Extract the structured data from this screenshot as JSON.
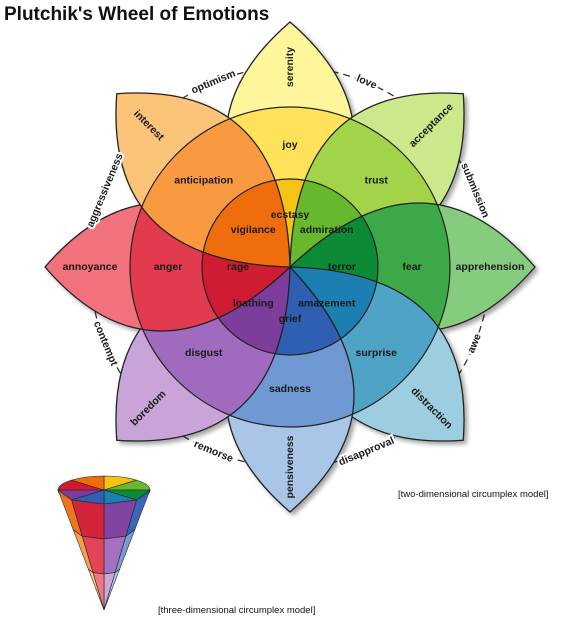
{
  "title": "Plutchik's Wheel of Emotions",
  "petals": [
    {
      "outer": "serenity",
      "middle": "joy",
      "inner": "ecstasy",
      "colors": [
        "#fff59a",
        "#fde25a",
        "#f5c312"
      ]
    },
    {
      "outer": "acceptance",
      "middle": "trust",
      "inner": "admiration",
      "colors": [
        "#cbe88b",
        "#a2d34a",
        "#68b82d"
      ]
    },
    {
      "outer": "apprehension",
      "middle": "fear",
      "inner": "terror",
      "colors": [
        "#86cc7e",
        "#3ea847",
        "#0d8a35"
      ]
    },
    {
      "outer": "distraction",
      "middle": "surprise",
      "inner": "amazement",
      "colors": [
        "#9ccde0",
        "#4fa3c7",
        "#1a7fb1"
      ]
    },
    {
      "outer": "pensiveness",
      "middle": "sadness",
      "inner": "grief",
      "colors": [
        "#a9c6e8",
        "#6f98d2",
        "#2d5fb3"
      ]
    },
    {
      "outer": "boredom",
      "middle": "disgust",
      "inner": "loathing",
      "colors": [
        "#c8a4d8",
        "#a06abf",
        "#7b3c9c"
      ]
    },
    {
      "outer": "annoyance",
      "middle": "anger",
      "inner": "rage",
      "colors": [
        "#f1717c",
        "#e23a4f",
        "#d01a32"
      ]
    },
    {
      "outer": "interest",
      "middle": "anticipation",
      "inner": "vigilance",
      "colors": [
        "#fcc479",
        "#f99a3f",
        "#ef6d11"
      ]
    }
  ],
  "dyads": [
    "love",
    "submission",
    "awe",
    "disapproval",
    "remorse",
    "contempt",
    "aggressiveness",
    "optimism"
  ],
  "captions": {
    "two_d": "[two-dimensional circumplex model]",
    "three_d": "[three-dimensional circumplex model]"
  }
}
